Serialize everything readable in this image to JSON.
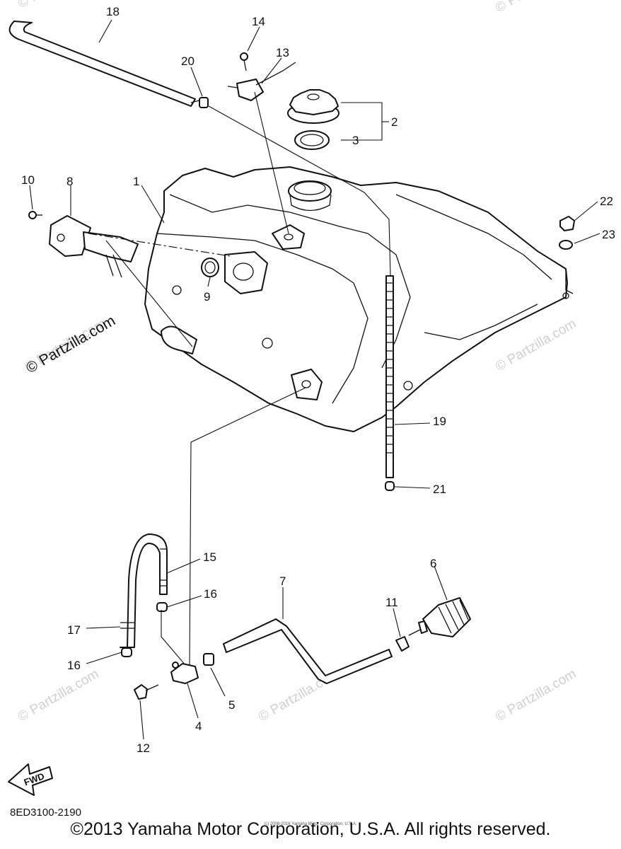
{
  "watermark": "© Partzilla.com",
  "fwd_label": "FWD",
  "diagram_code": "8ED3100-2190",
  "copyright": "©2013 Yamaha Motor Corporation, U.S.A. All rights reserved.",
  "small_copyright": "(c) 2008-2016 Yamaha Motor Corporation, U.S.A.",
  "callouts": [
    "1",
    "2",
    "3",
    "4",
    "5",
    "6",
    "7",
    "8",
    "9",
    "10",
    "11",
    "12",
    "13",
    "14",
    "15",
    "16",
    "16",
    "17",
    "18",
    "19",
    "20",
    "21",
    "22",
    "23"
  ]
}
